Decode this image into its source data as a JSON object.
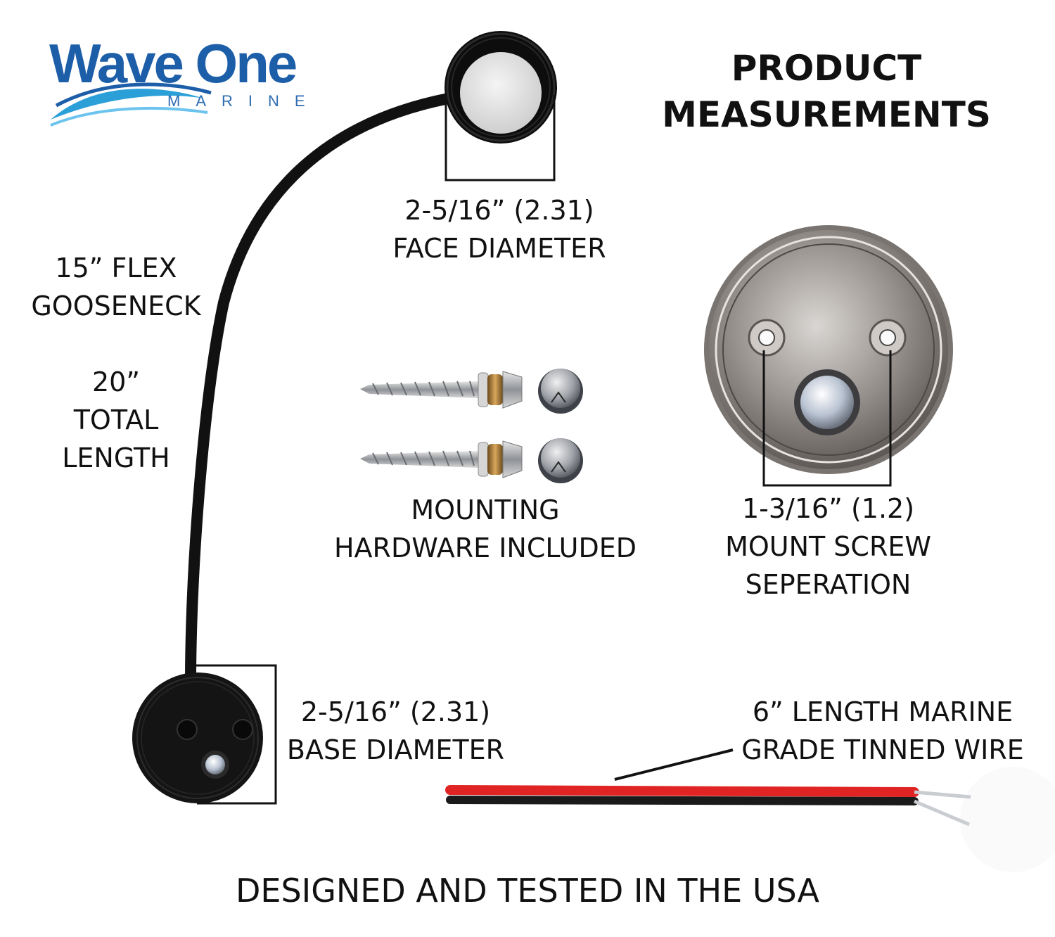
{
  "brand": {
    "name": "Wave One",
    "sub": "MARINE",
    "color_primary": "#1d5ea8",
    "color_wave": "#2a9fd8"
  },
  "heading": {
    "line1": "PRODUCT",
    "line2": "MEASUREMENTS"
  },
  "face": {
    "line1": "2-5/16” (2.31)",
    "line2": "FACE DIAMETER"
  },
  "gooseneck": {
    "line1": "15” FLEX",
    "line2": "GOOSENECK"
  },
  "total": {
    "line1": "20”",
    "line2": "TOTAL",
    "line3": "LENGTH"
  },
  "hardware": {
    "line1": "MOUNTING",
    "line2": "HARDWARE INCLUDED"
  },
  "mount": {
    "line1": "1-3/16” (1.2)",
    "line2": "MOUNT SCREW",
    "line3": "SEPERATION"
  },
  "base": {
    "line1": "2-5/16” (2.31)",
    "line2": "BASE DIAMETER"
  },
  "wire": {
    "line1": "6” LENGTH MARINE",
    "line2": "GRADE TINNED WIRE",
    "color_red": "#e02424",
    "color_black": "#1a1a1a"
  },
  "footer": {
    "text": "DESIGNED AND TESTED IN THE USA"
  }
}
